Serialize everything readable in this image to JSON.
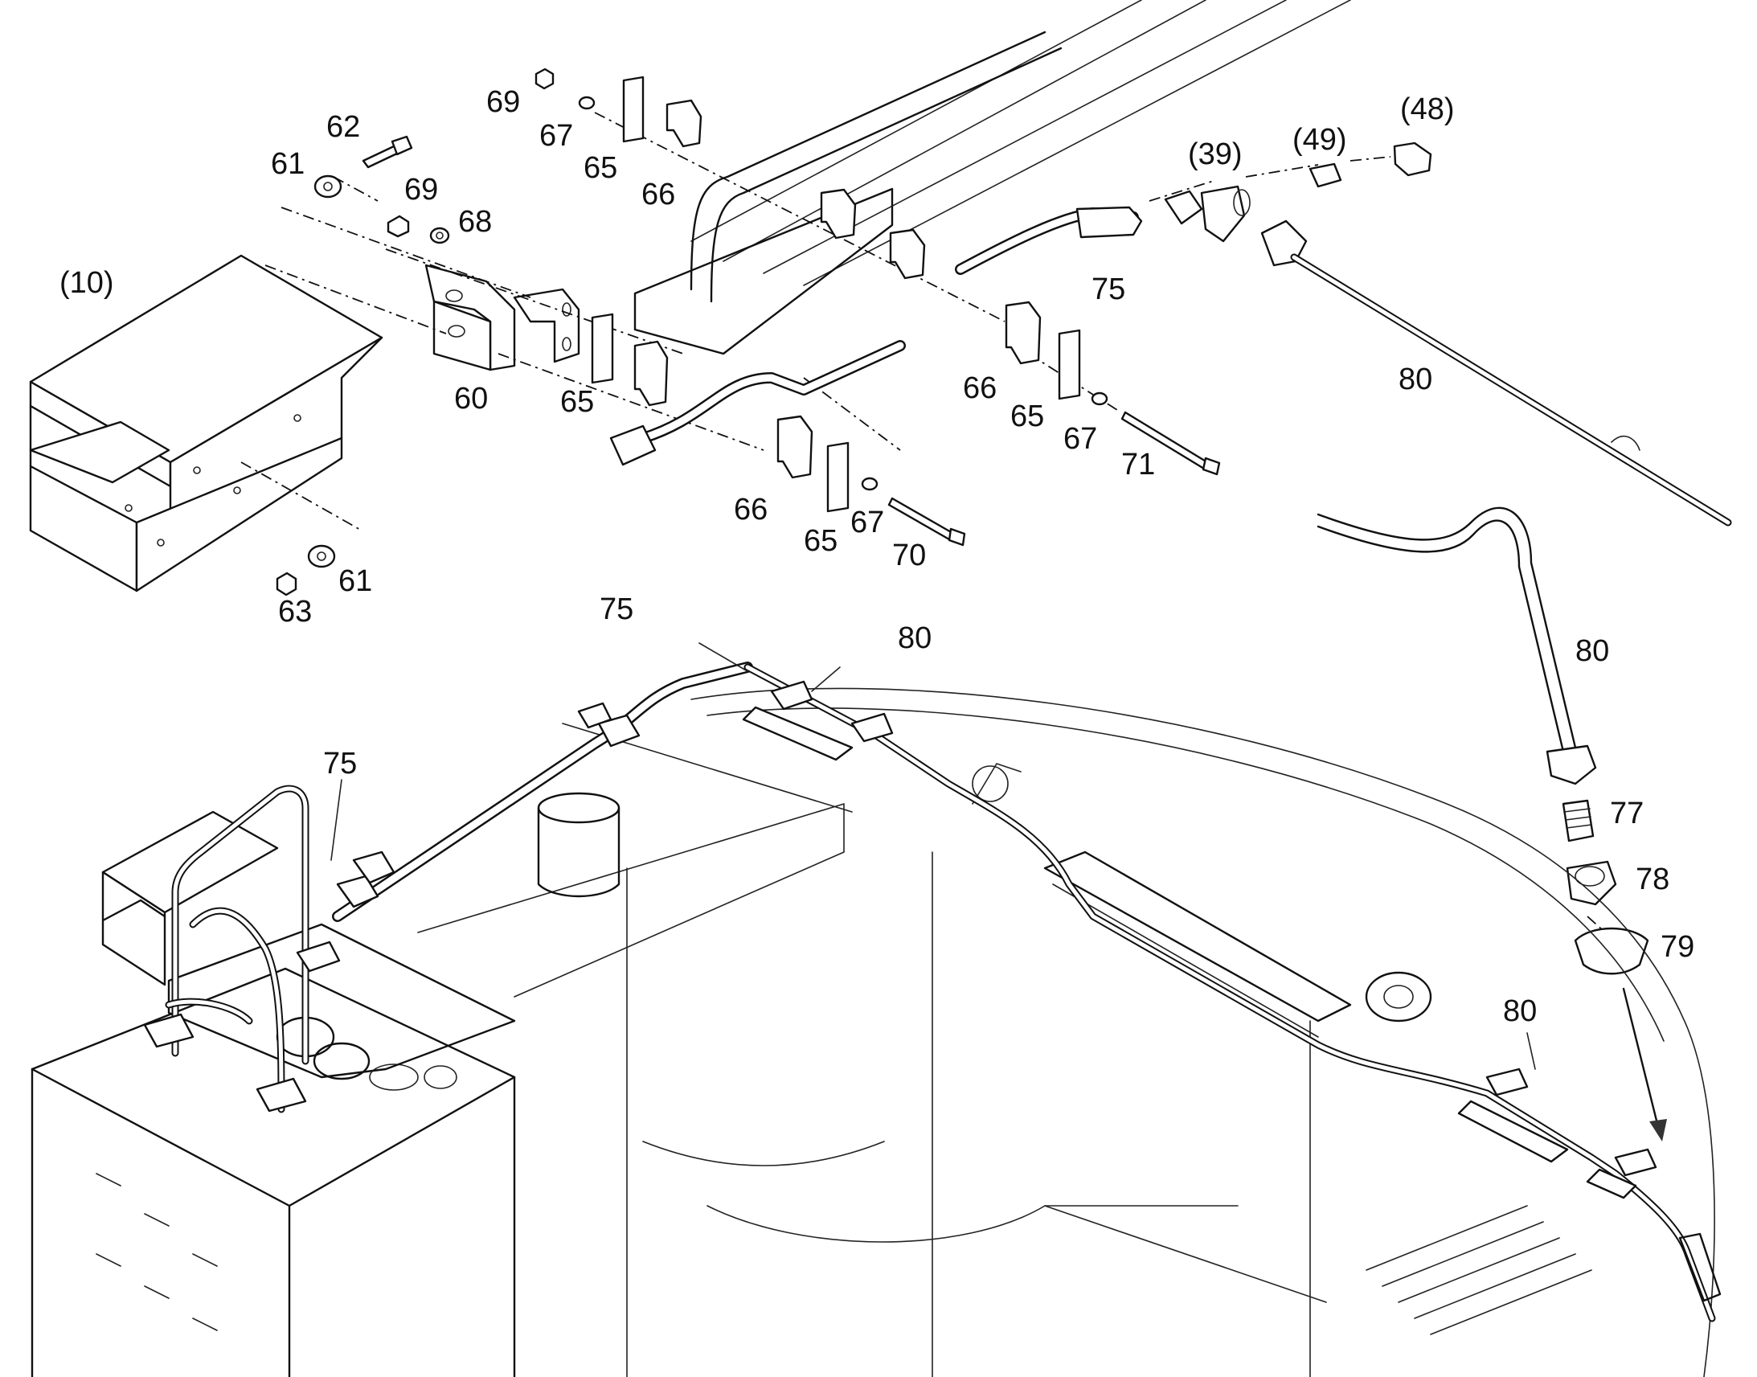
{
  "diagram": {
    "callouts": {
      "c10": "(10)",
      "c39": "(39)",
      "c48": "(48)",
      "c49": "(49)",
      "c60": "60",
      "c61a": "61",
      "c61b": "61",
      "c62": "62",
      "c63": "63",
      "c65a": "65",
      "c65b": "65",
      "c65c": "65",
      "c65d": "65",
      "c66a": "66",
      "c66b": "66",
      "c66c": "66",
      "c67a": "67",
      "c67b": "67",
      "c67c": "67",
      "c68": "68",
      "c69a": "69",
      "c69b": "69",
      "c70": "70",
      "c71": "71",
      "c75a": "75",
      "c75b": "75",
      "c75c": "75",
      "c77": "77",
      "c78": "78",
      "c79": "79",
      "c80a": "80",
      "c80b": "80",
      "c80c": "80",
      "c80d": "80"
    },
    "colors": {
      "line": "#111111",
      "background": "#ffffff"
    }
  }
}
